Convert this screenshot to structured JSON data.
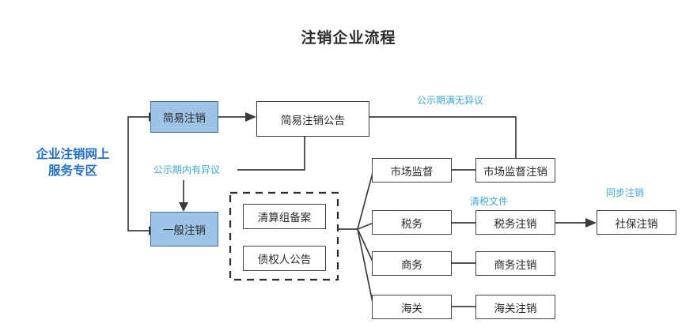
{
  "page": {
    "title": "注销企业流程"
  },
  "entry": {
    "line1": "企业注销网上",
    "line2": "服务专区"
  },
  "nodes": {
    "simple_cancel": "简易注销",
    "simple_notice": "简易注销公告",
    "general_cancel": "一般注销",
    "liquidation_filing": "清算组备案",
    "creditor_notice": "债权人公告",
    "market_supervision": "市场监督",
    "market_supervision_cancel": "市场监督注销",
    "tax": "税务",
    "tax_cancel": "税务注销",
    "social_security_cancel": "社保注销",
    "commerce": "商务",
    "commerce_cancel": "商务注销",
    "customs": "海关",
    "customs_cancel": "海关注销"
  },
  "edge_labels": {
    "no_objection": "公示期满无异议",
    "has_objection": "公示期内有异议",
    "tax_clearance_doc": "清税文件",
    "sync_cancel": "同步注销"
  },
  "colors": {
    "accent_blue": "#1f6fc4",
    "node_fill_blue": "#9dc3e6",
    "label_blue": "#3ba7d6",
    "stroke": "#3c3c3c"
  }
}
